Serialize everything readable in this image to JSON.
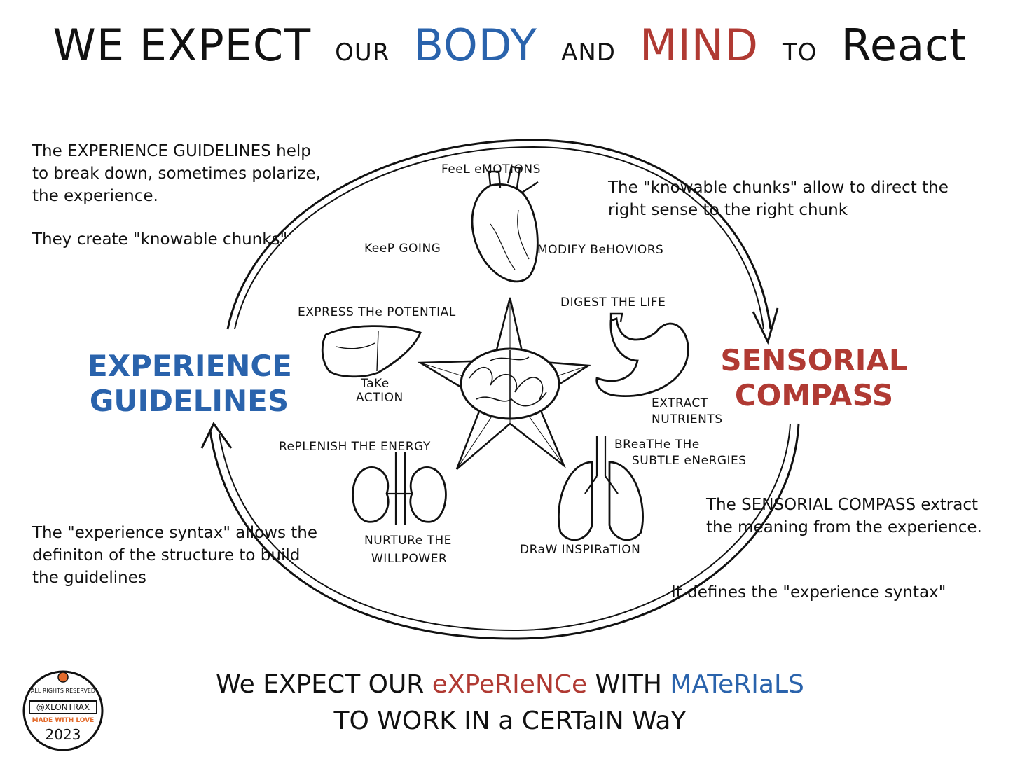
{
  "title": {
    "part1": "WE EXPECT",
    "part2": "OUR",
    "body": "BODY",
    "and": "AND",
    "mind": "MIND",
    "to": "TO",
    "react": "React"
  },
  "left_notes": {
    "para1": "The EXPERIENCE GUIDELINES help to break down, sometimes polarize, the experience.",
    "para2": "They create \"knowable chunks\""
  },
  "right_notes": {
    "para1": "The \"knowable chunks\" allow to direct the right sense to the right chunk"
  },
  "bottom_left_note": "The \"experience syntax\" allows the definiton of the structure to build the guidelines",
  "bottom_right_notes": {
    "para1": "The SENSORIAL COMPASS extract the meaning from the experience.",
    "para2": "It defines the \"experience syntax\""
  },
  "experience_guidelines": [
    "EXPERIENCE",
    "GUIDELINES"
  ],
  "sensorial_compass": [
    "SENSORIAL",
    "COMPASS"
  ],
  "organs": {
    "heart": {
      "top": "FeeL eMOTIONS",
      "left": "KeeP GOING",
      "right": "MODIFY BeHOVIORS"
    },
    "liver": {
      "top": "EXPRESS THe POTENTIAL",
      "bottom1": "TaKe",
      "bottom2": "ACTION"
    },
    "stomach": {
      "top": "DIGEST THE LIFE",
      "bottom1": "EXTRACT",
      "bottom2": "NUTRIENTS"
    },
    "kidneys": {
      "top": "RePLENISH THE ENERGY",
      "bottom1": "NURTURe THE",
      "bottom2": "WILLPOWER"
    },
    "lungs": {
      "top1": "BReaTHe THe",
      "top2": "SUBTLE eNeRGIES",
      "bottom": "DRaW INSPIRaTION"
    }
  },
  "footer": {
    "w1": "We EXPECT OUR",
    "experience": "eXPeRIeNCe",
    "with": "WITH",
    "materials": "MATeRIaLS",
    "line2": "TO WORK IN a CERTaIN WaY"
  },
  "badge": {
    "rights": "ALL RIGHTS RESERVED",
    "handle": "@XLONTRAX",
    "made": "MADE WITH LOVE",
    "year": "2023"
  },
  "colors": {
    "blue": "#2a63ac",
    "red": "#b03a33",
    "orange": "#e36b2c",
    "ink": "#111111"
  }
}
